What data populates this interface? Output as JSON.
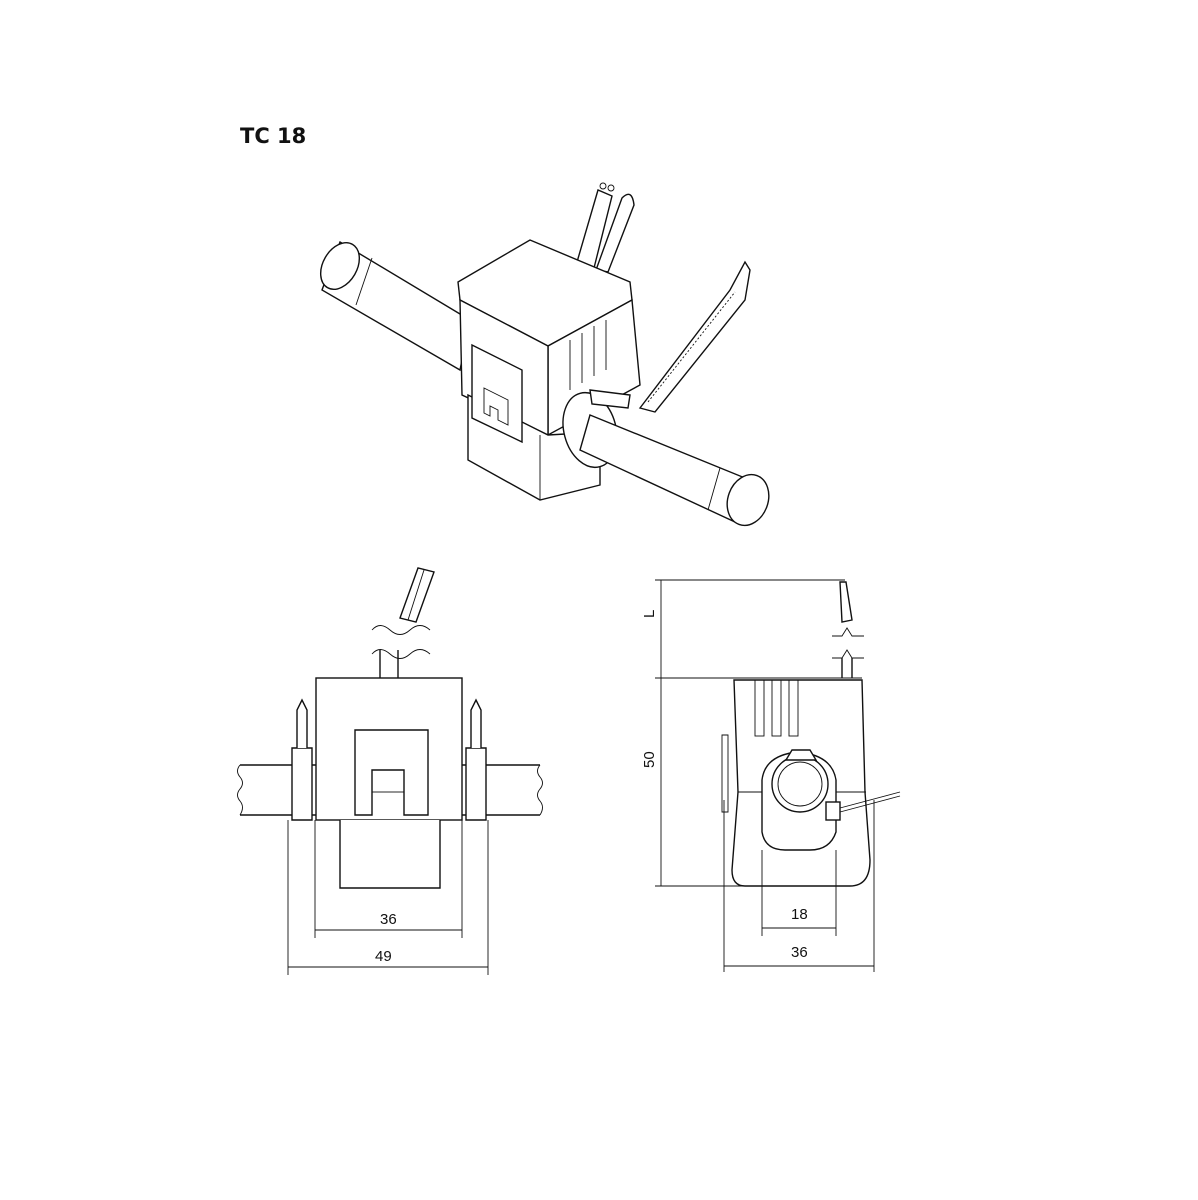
{
  "title": "TC 18",
  "front_view": {
    "dim_inner": "36",
    "dim_outer": "49"
  },
  "side_view": {
    "dim_cable_length": "L",
    "dim_height": "50",
    "dim_opening": "18",
    "dim_width": "36"
  }
}
